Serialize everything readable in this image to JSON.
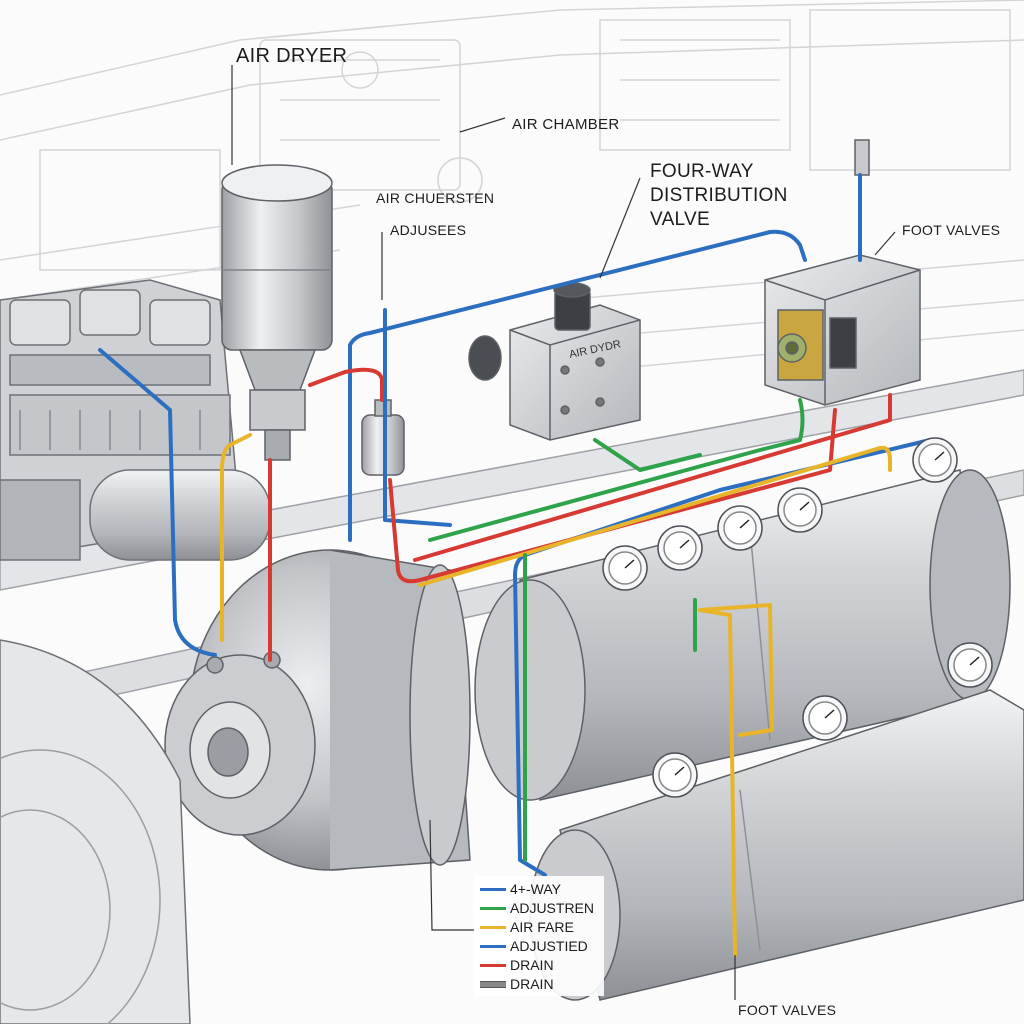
{
  "labels": {
    "air_dryer": "AIR DRYER",
    "air_chamber": "AIR CHAMBER",
    "air_chuersten": "AIR CHUERSTEN",
    "adjusees": "ADJUSEES",
    "four_way_lines": [
      "FOUR-WAY",
      "DISTRIBUTION",
      "VALVE"
    ],
    "foot_valves_top": "FOOT VALVES",
    "foot_valves_bottom": "FOOT VALVES",
    "valve_plate": "AIR DYDR"
  },
  "legend": {
    "items": [
      {
        "label": "4+-WAY",
        "color": "#2c6fc1"
      },
      {
        "label": "ADJUSTREN",
        "color": "#2fa34a"
      },
      {
        "label": "AIR FARE",
        "color": "#e8b52a"
      },
      {
        "label": "ADJUSTIED",
        "color": "#2c6fc1"
      },
      {
        "label": "DRAIN",
        "color": "#d63a33"
      },
      {
        "label": "DRAIN",
        "color": "#888888"
      }
    ]
  },
  "colors": {
    "blue_line": "#2c6fc1",
    "red_line": "#d63a33",
    "yellow_line": "#e8b52a",
    "green_line": "#2fa34a",
    "metal": "#c4c6c9",
    "brass": "#c9a640"
  }
}
